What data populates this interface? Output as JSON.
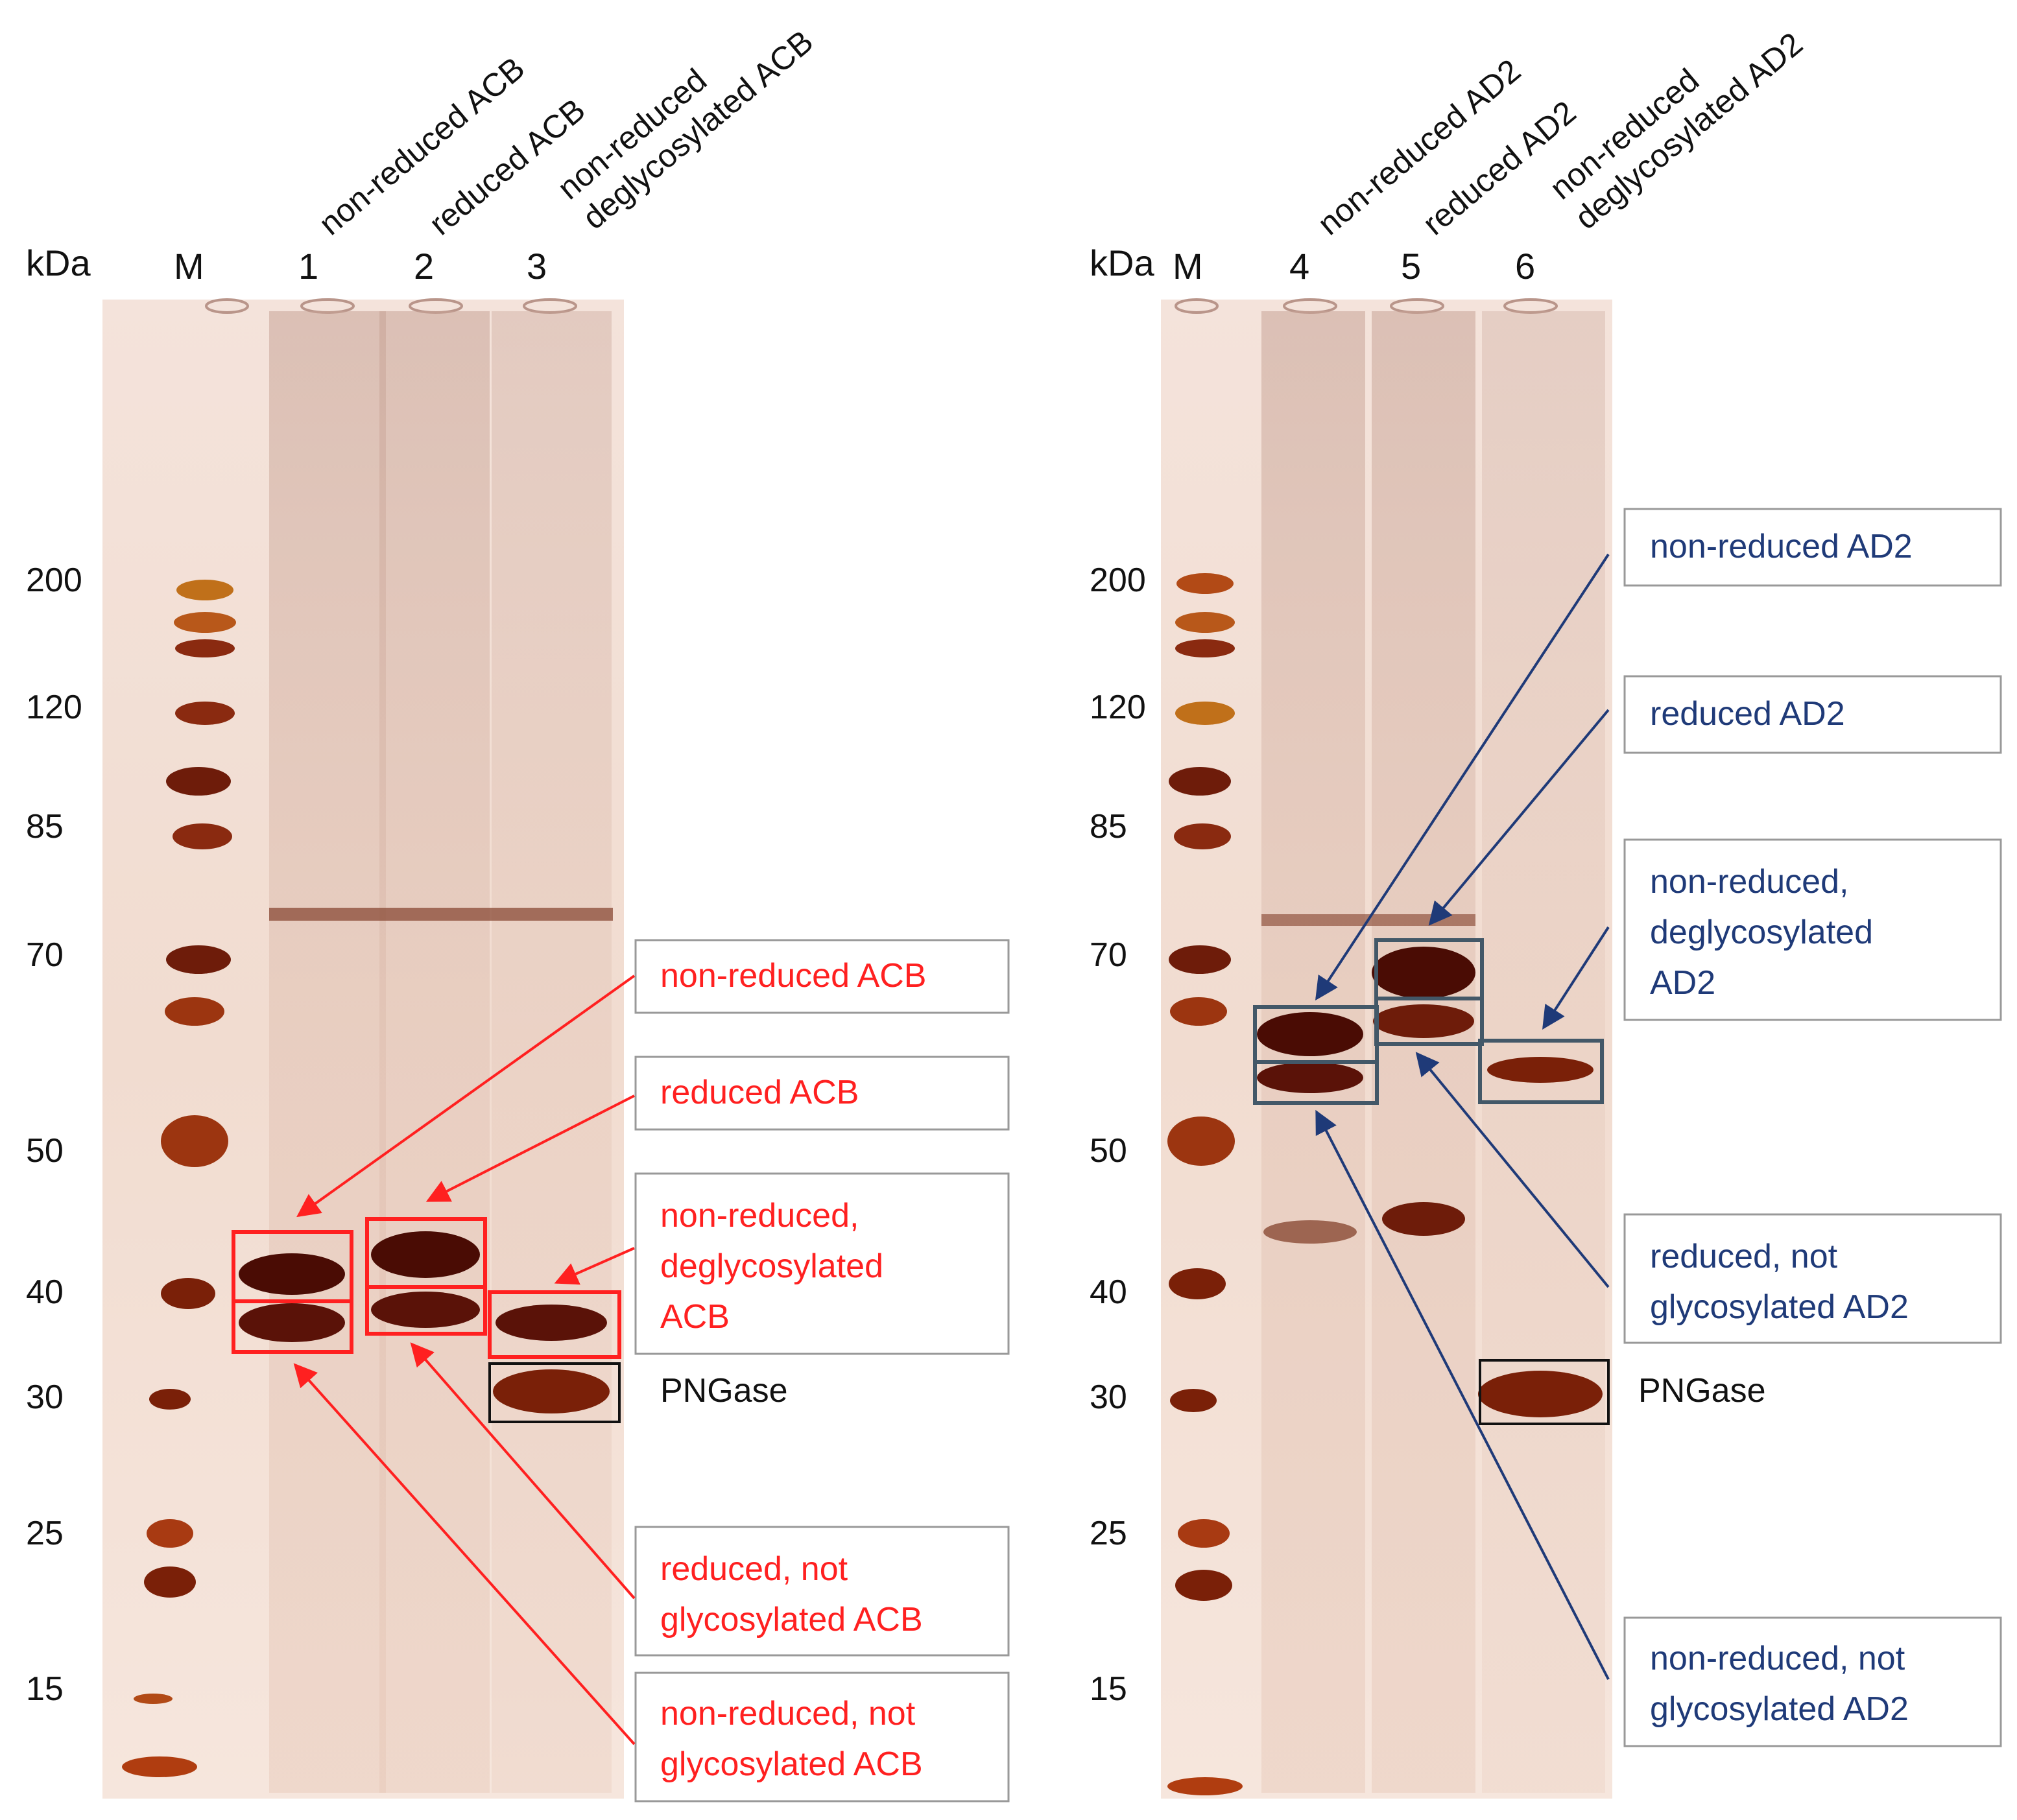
{
  "panels": [
    {
      "id": "acb",
      "kda_label": "kDa",
      "marker_label": "M",
      "lane_numbers": [
        "1",
        "2",
        "3"
      ],
      "lane_headers": [
        [
          "non-reduced ACB"
        ],
        [
          "reduced ACB"
        ],
        [
          "non-reduced",
          "deglycosylated ACB"
        ]
      ],
      "mw_markers": [
        "200",
        "120",
        "85",
        "70",
        "50",
        "40",
        "30",
        "25",
        "15"
      ],
      "accent_color": "#ff2020",
      "callouts": [
        [
          "non-reduced ACB"
        ],
        [
          "reduced ACB"
        ],
        [
          "non-reduced,",
          "deglycosylated",
          "ACB"
        ],
        [
          "reduced, not",
          "glycosylated ACB"
        ],
        [
          "non-reduced, not",
          "glycosylated ACB"
        ]
      ],
      "pngase_label": "PNGase"
    },
    {
      "id": "ad2",
      "kda_label": "kDa",
      "marker_label": "M",
      "lane_numbers": [
        "4",
        "5",
        "6"
      ],
      "lane_headers": [
        [
          "non-reduced AD2"
        ],
        [
          "reduced AD2"
        ],
        [
          "non-reduced",
          "deglycosylated AD2"
        ]
      ],
      "mw_markers": [
        "200",
        "120",
        "85",
        "70",
        "50",
        "40",
        "30",
        "25",
        "15"
      ],
      "accent_color": "#1f3a78",
      "callouts": [
        [
          "non-reduced AD2"
        ],
        [
          "reduced AD2"
        ],
        [
          "non-reduced,",
          "deglycosylated",
          "AD2"
        ],
        [
          "reduced, not",
          "glycosylated AD2"
        ],
        [
          "non-reduced, not",
          "glycosylated AD2"
        ]
      ],
      "pngase_label": "PNGase"
    }
  ]
}
